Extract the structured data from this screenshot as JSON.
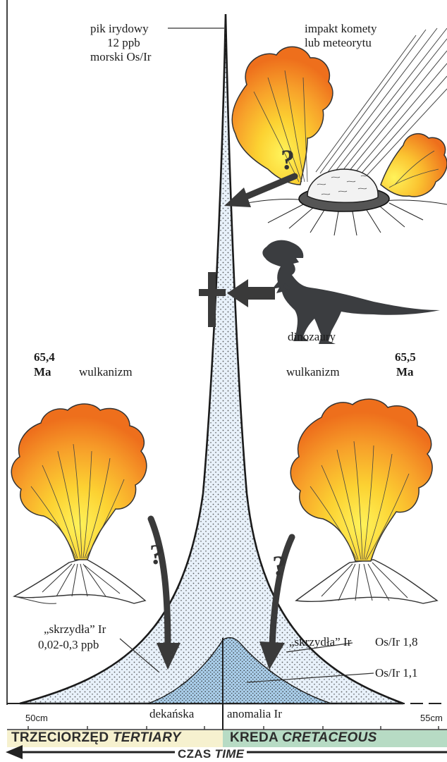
{
  "labels": {
    "iridium_peak": "pik irydowy",
    "peak_value": "12 ppb",
    "marine_os_ir": "morski Os/Ir",
    "impact": "impakt komety",
    "impact_line2": "lub meteorytu",
    "dinosaurs": "dinozaury",
    "age_left": "65,4",
    "age_left_unit": "Ma",
    "age_right": "65,5",
    "age_right_unit": "Ma",
    "volcanism_left": "wulkanizm",
    "volcanism_right": "wulkanizm",
    "wings_left": "„skrzydła” Ir",
    "wings_left_value": "0,02-0,3 ppb",
    "wings_right": "„skrzydła” Ir",
    "wings_right_ratio": "Os/Ir 1,8",
    "inner_ratio": "Os/Ir 1,1",
    "deccan": "dekańska",
    "ir_anomaly": "anomalia Ir",
    "question_mark": "?"
  },
  "scale": {
    "left_tick": "50",
    "left_unit": "cm",
    "right_tick": "55",
    "right_unit": "cm"
  },
  "bands": {
    "tertiary_pl": "TRZECIORZĘD",
    "tertiary_en": "TERTIARY",
    "cretaceous_pl": "KREDA",
    "cretaceous_en": "CRETACEOUS",
    "time_pl": "CZAS",
    "time_en": "TIME"
  },
  "colors": {
    "tertiary_band": "#f6f1cf",
    "cretaceous_band": "#b7dbc4",
    "peak_fill": "#e8f1fa",
    "core_fill": "#a9cde9",
    "arrow": "#3a3a3a",
    "plume_outer": "#f08a22",
    "plume_inner": "#fde23a"
  }
}
